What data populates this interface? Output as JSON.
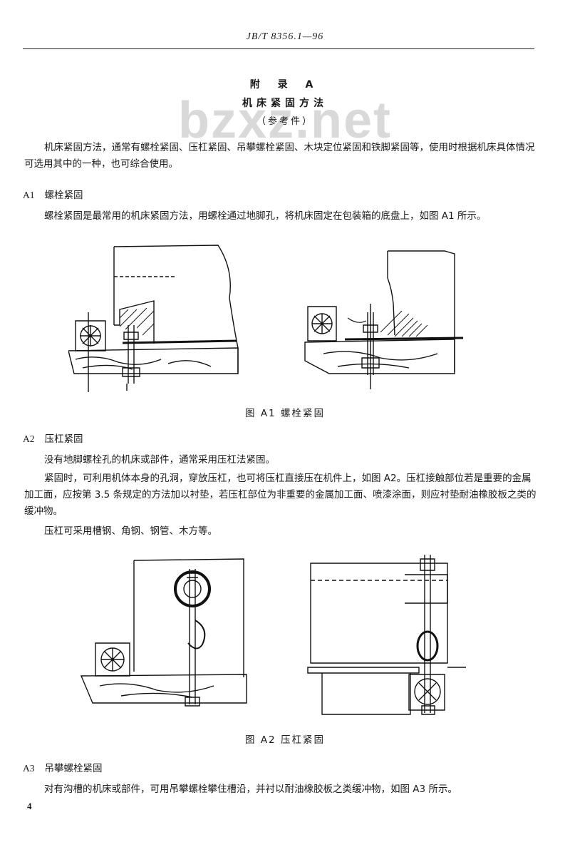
{
  "header": {
    "standard_code": "JB/T 8356.1—96"
  },
  "appendix": {
    "title": "附 录 A",
    "subtitle": "机床紧固方法",
    "note": "（参考件）"
  },
  "watermark": "bzxz.net",
  "intro": "机床紧固方法，通常有螺栓紧固、压杠紧固、吊攀螺栓紧固、木块定位紧固和铁脚紧固等，使用时根据机床具体情况可选用其中的一种，也可综合使用。",
  "sections": [
    {
      "number": "A1",
      "title": "螺栓紧固",
      "paragraphs": [
        "螺栓紧固是最常用的机床紧固方法，用螺栓通过地脚孔，将机床固定在包装箱的底盘上，如图 A1 所示。"
      ],
      "figure_caption": "图 A1 螺栓紧固"
    },
    {
      "number": "A2",
      "title": "压杠紧固",
      "paragraphs": [
        "没有地脚螺栓孔的机床或部件，通常采用压杠法紧固。",
        "紧固时，可利用机体本身的孔洞，穿放压杠，也可将压杠直接压在机件上，如图 A2。压杠接触部位若是重要的金属加工面，应按第 3.5 条规定的方法加以衬垫，若压杠部位为非重要的金属加工面、喷漆涂面，则应衬垫耐油橡胶板之类的缓冲物。",
        "压杠可采用槽钢、角钢、钢管、木方等。"
      ],
      "figure_caption": "图 A2 压杠紧固"
    },
    {
      "number": "A3",
      "title": "吊攀螺栓紧固",
      "paragraphs": [
        "对有沟槽的机床或部件，可用吊攀螺栓攀住槽沿，并衬以耐油橡胶板之类缓冲物，如图 A3 所示。"
      ]
    }
  ],
  "page_number": "4"
}
